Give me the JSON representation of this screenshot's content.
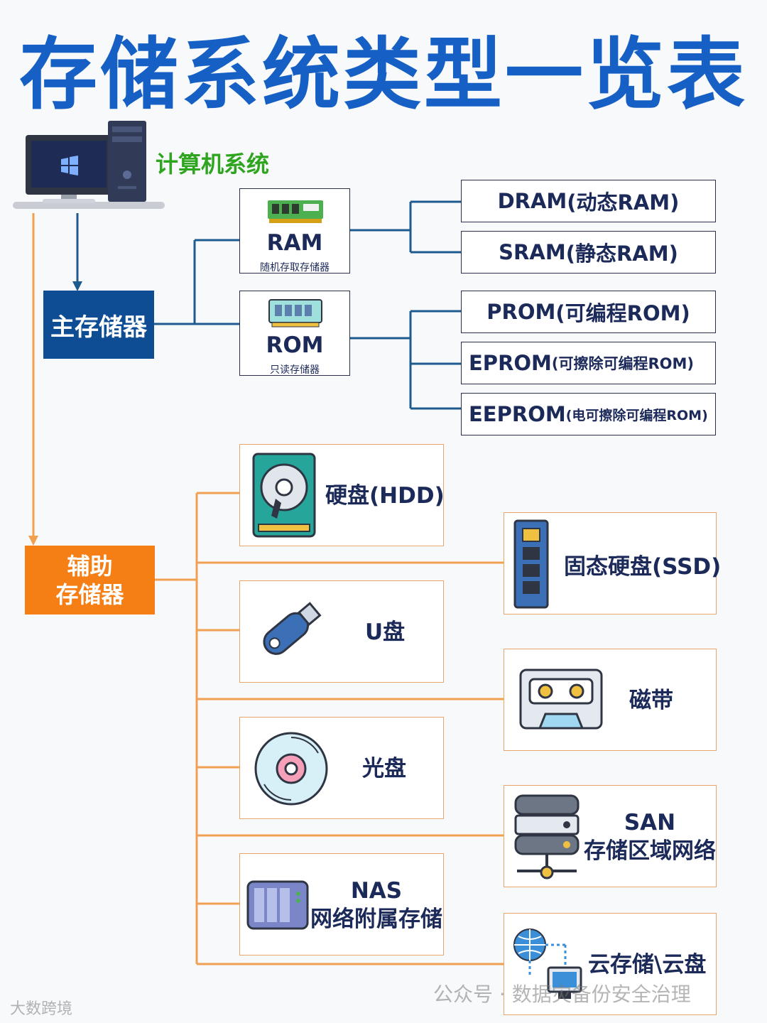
{
  "title": "存储系统类型一览表",
  "computer_system": {
    "label": "计算机系统",
    "icon": "desktop-computer-icon"
  },
  "main_memory": {
    "label": "主存储器",
    "ram": {
      "name": "RAM",
      "desc": "随机存取存储器",
      "icon": "ram-chip-icon",
      "types": [
        {
          "main": "DRAM",
          "paren": "(动态RAM)"
        },
        {
          "main": "SRAM",
          "paren": "(静态RAM)"
        }
      ]
    },
    "rom": {
      "name": "ROM",
      "desc": "只读存储器",
      "icon": "rom-chip-icon",
      "types": [
        {
          "main": "PROM",
          "paren": "(可编程ROM)"
        },
        {
          "main": "EPROM",
          "paren": "(可擦除可编程ROM)"
        },
        {
          "main": "EEPROM",
          "paren": "(电可擦除可编程ROM)"
        }
      ]
    }
  },
  "aux_memory": {
    "label_line1": "辅助",
    "label_line2": "存储器",
    "devices": [
      {
        "label": "硬盘(HDD)",
        "icon": "hard-disk-icon"
      },
      {
        "label": "固态硬盘(SSD)",
        "icon": "ssd-icon"
      },
      {
        "label": "U盘",
        "icon": "usb-drive-icon"
      },
      {
        "label": "磁带",
        "icon": "cassette-tape-icon"
      },
      {
        "label": "光盘",
        "icon": "optical-disc-icon"
      },
      {
        "label_line1": "SAN",
        "label_line2": "存储区域网络",
        "icon": "server-rack-icon"
      },
      {
        "label_line1": "NAS",
        "label_line2": "网络附属存储",
        "icon": "nas-device-icon"
      },
      {
        "label": "云存储\\云盘",
        "icon": "cloud-network-icon"
      }
    ]
  },
  "watermarks": {
    "bottom_right": "公众号 · 数据灾备份安全治理",
    "bottom_left": "大数跨境"
  },
  "colors": {
    "title": "#1660c5",
    "main": "#0e4d94",
    "aux": "#f57f14",
    "system_label": "#2fa51f",
    "navy_line": "#1d5b8f",
    "orange_line": "#f0a050"
  }
}
